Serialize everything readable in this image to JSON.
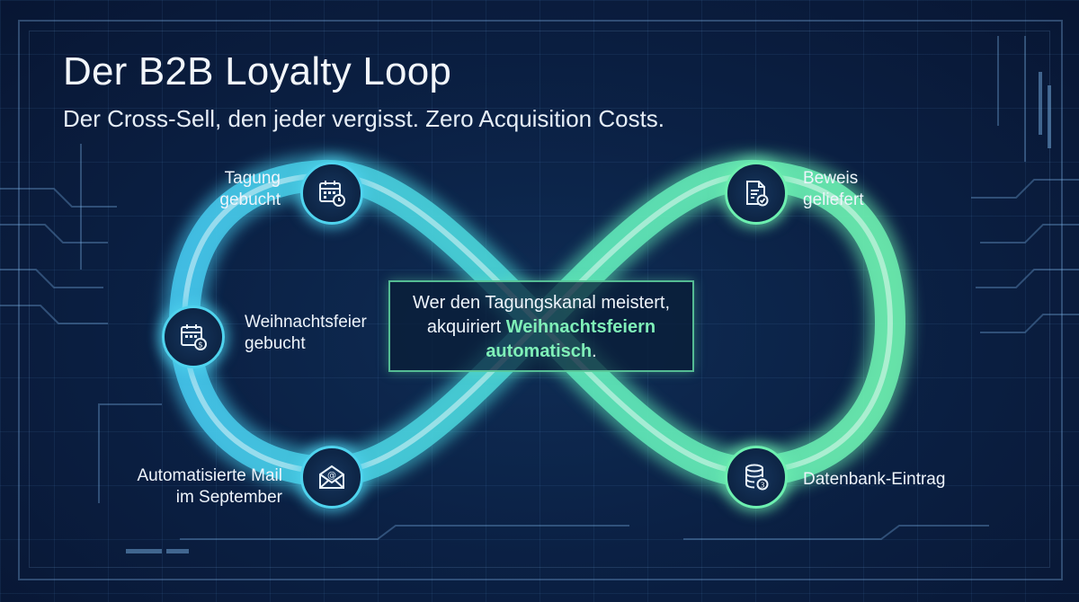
{
  "header": {
    "title": "Der B2B Loyalty Loop",
    "subtitle": "Der Cross-Sell, den jeder vergisst. Zero Acquisition Costs."
  },
  "center": {
    "line1": "Wer den Tagungskanal meistert,",
    "line2_prefix": "akquiriert ",
    "line2_highlight": "Weihnachtsfeiern",
    "line3_highlight": "automatisch",
    "line3_suffix": "."
  },
  "nodes": [
    {
      "id": "tagung",
      "label_line1": "Tagung",
      "label_line2": "gebucht",
      "icon": "calendar-clock-icon",
      "color": "#4fd3ee"
    },
    {
      "id": "weihnachtsfeier",
      "label_line1": "Weihnachtsfeier",
      "label_line2": "gebucht",
      "icon": "calendar-dollar-icon",
      "color": "#4fd3ee"
    },
    {
      "id": "mail",
      "label_line1": "Automatisierte Mail",
      "label_line2": "im September",
      "icon": "envelope-at-icon",
      "color": "#4fd3ee"
    },
    {
      "id": "beweis",
      "label_line1": "Beweis",
      "label_line2": "geliefert",
      "icon": "document-check-icon",
      "color": "#6df0b0"
    },
    {
      "id": "datenbank",
      "label_line1": "Datenbank-Eintrag",
      "label_line2": "",
      "icon": "database-icon",
      "color": "#6df0b0"
    }
  ],
  "colors": {
    "background": "#0a1a33",
    "loop_blue": "#4fd3ee",
    "loop_green": "#6df0b0",
    "highlight": "#7ff0b8"
  }
}
